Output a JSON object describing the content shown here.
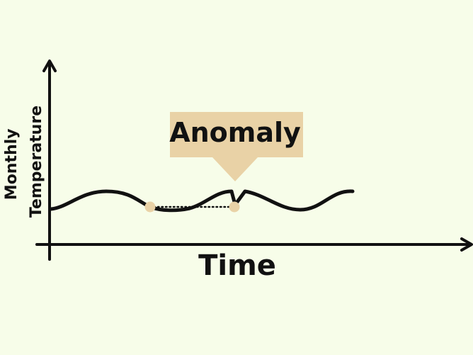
{
  "diagram": {
    "x_axis_label": "Time",
    "y_axis_label_line1": "Monthly",
    "y_axis_label_line2": "Temperature",
    "callout_label": "Anomaly"
  },
  "colors": {
    "background": "#f7fde9",
    "line": "#111111",
    "accent": "#e9d2a6"
  }
}
